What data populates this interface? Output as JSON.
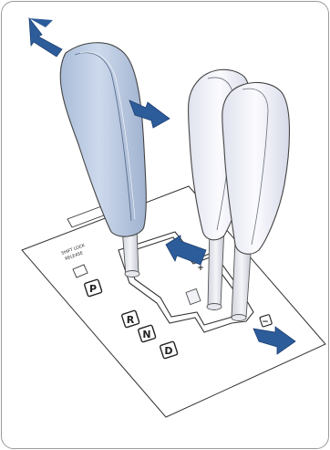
{
  "illustration": {
    "shift_lock_label_line1": "SHIFT LOCK",
    "shift_lock_label_line2": "RELEASE",
    "gear_p": "P",
    "gear_r": "R",
    "gear_n": "N",
    "gear_d": "D",
    "gear_plus": "+",
    "gear_minus": "−"
  },
  "colors": {
    "knob_blue": "#c7d5ea",
    "knob_white": "#f2f3f9",
    "arrow_blue": "#2d5c9b"
  },
  "icons": [
    "arrow-upleft-icon",
    "arrow-downright-icon",
    "arrow-left-icon",
    "arrow-downright-icon"
  ]
}
